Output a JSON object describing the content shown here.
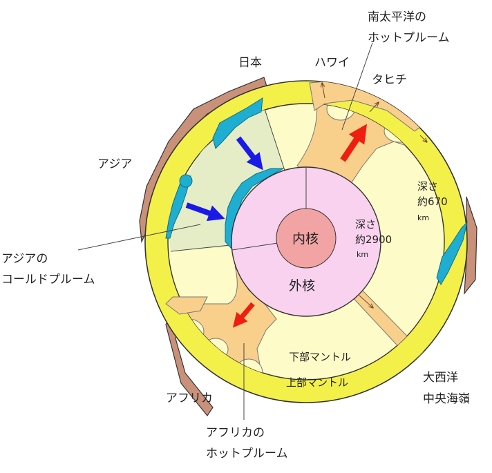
{
  "labels": {
    "japan": "日本",
    "hawaii": "ハワイ",
    "tahiti": "タヒチ",
    "south_pacific_plume_line1": "南太平洋の",
    "south_pacific_plume_line2": "ホットプルーム",
    "asia": "アジア",
    "asia_cold_plume_line1": "アジアの",
    "asia_cold_plume_line2": "コールドプルーム",
    "inner_core": "内核",
    "outer_core": "外核",
    "depth2900_line1": "深さ",
    "depth2900_line2": "約2900",
    "depth2900_unit": "km",
    "depth670_line1": "深さ",
    "depth670_line2": "約670",
    "depth670_unit": "km",
    "lower_mantle": "下部マントル",
    "upper_mantle": "上部マントル",
    "mid_atlantic_line1": "大西洋",
    "mid_atlantic_line2": "中央海嶺",
    "africa": "アフリカ",
    "african_plume_line1": "アフリカの",
    "african_plume_line2": "ホットプルーム"
  },
  "colors": {
    "crust": "#f4f04a",
    "lower_mantle": "#fdfbc7",
    "asia_sector": "#e4edc6",
    "hot_plume": "#f8cf8b",
    "outer_core": "#f9d2f0",
    "inner_core": "#f2a3a3",
    "continent": "#c9917a",
    "ocean_slab": "#1eaed1",
    "cold_arrow": "#1a1ae8",
    "hot_arrow": "#ee1f10"
  }
}
